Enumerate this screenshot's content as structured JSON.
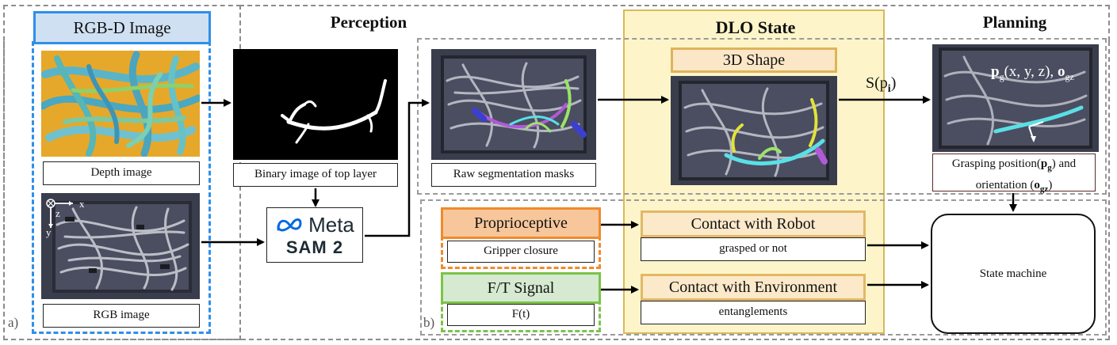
{
  "headings": {
    "perception": "Perception",
    "dlo_state": "DLO State",
    "planning": "Planning"
  },
  "panel_labels": {
    "a": "a)",
    "b": "b)"
  },
  "rgbd": {
    "title": "RGB-D Image",
    "depth_caption": "Depth image",
    "rgb_caption": "RGB image",
    "axis_x": "x",
    "axis_y": "y",
    "axis_z": "z"
  },
  "binary": {
    "caption": "Binary image of top layer"
  },
  "sam": {
    "brand": "Meta",
    "model": "SAM 2"
  },
  "raw": {
    "caption": "Raw segmentation masks"
  },
  "shape3d": {
    "title": "3D Shape"
  },
  "shape_edge_label": "S(p",
  "shape_edge_sub": "i",
  "shape_edge_close": ")",
  "planning": {
    "overlay_prefix": "p",
    "overlay_sub": "g",
    "overlay_coords": "(x, y, z), ",
    "overlay_o": "o",
    "overlay_osub": "gz",
    "caption_line1_text": "Grasping position(",
    "caption_line1_bold": "p",
    "caption_line1_sub": "g",
    "caption_line1_end": ") and",
    "caption_line2_text": "orientation (",
    "caption_line2_bold": "o",
    "caption_line2_sub": "gz",
    "caption_line2_end": ")"
  },
  "proprioceptive": {
    "title": "Proprioceptive",
    "sub": "Gripper closure"
  },
  "ft": {
    "title": "F/T Signal",
    "sub": "F(t)"
  },
  "contact_robot": {
    "title": "Contact with Robot",
    "sub": "grasped or not"
  },
  "contact_env": {
    "title": "Contact with Environment",
    "sub": "entanglements"
  },
  "state_machine": {
    "label": "State machine"
  },
  "colors": {
    "rgbd_border": "#2f8fe8",
    "rgbd_title_bg": "#cfe0f2",
    "dlo_bg": "#fdf5c9",
    "dlo_border": "#d9b95a",
    "shape_title_bg": "#fbe7c7",
    "shape_title_border": "#e0b35a",
    "proprio_bg": "#f7c69a",
    "proprio_border": "#f08a2c",
    "ft_bg": "#d5ead0",
    "ft_border": "#7cc34a",
    "contact_bg": "#fbe9c9",
    "contact_border": "#e2b866",
    "planning_caption_border": "#5a2a2a",
    "mask_green": "#9be36a",
    "mask_blue": "#3b3fd1",
    "mask_purple": "#b05ad8",
    "mask_cyan": "#59e0e6",
    "mask_yellow": "#e3e33a"
  }
}
